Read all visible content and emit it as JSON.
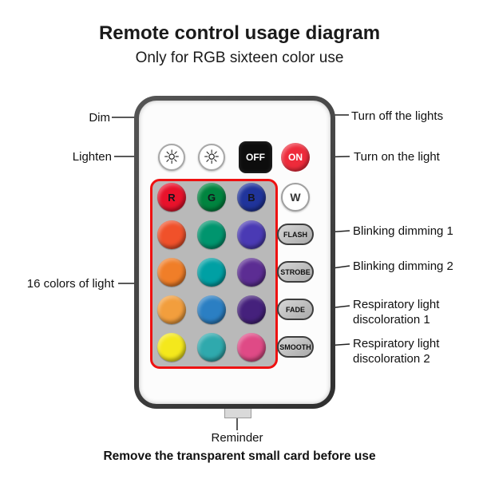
{
  "header": {
    "title": "Remote control usage diagram",
    "subtitle": "Only for RGB sixteen color use"
  },
  "remote": {
    "off_label": "OFF",
    "on_label": "ON",
    "w_label": "W",
    "icons": {
      "dim_sun": "☼",
      "lighten_sun": "☼"
    },
    "function_buttons": [
      "FLASH",
      "STROBE",
      "FADE",
      "SMOOTH"
    ],
    "color_grid": {
      "rows": [
        [
          {
            "label": "R",
            "color": "#e8122b"
          },
          {
            "label": "G",
            "color": "#00843f"
          },
          {
            "label": "B",
            "color": "#20349b"
          }
        ],
        [
          {
            "label": "",
            "color": "#f0512a"
          },
          {
            "label": "",
            "color": "#00956e"
          },
          {
            "label": "",
            "color": "#4a3ab4"
          }
        ],
        [
          {
            "label": "",
            "color": "#f07e28"
          },
          {
            "label": "",
            "color": "#00a0a4"
          },
          {
            "label": "",
            "color": "#5c2d93"
          }
        ],
        [
          {
            "label": "",
            "color": "#f29e3d"
          },
          {
            "label": "",
            "color": "#2b7fc3"
          },
          {
            "label": "",
            "color": "#45217c"
          }
        ],
        [
          {
            "label": "",
            "color": "#f4e81c"
          },
          {
            "label": "",
            "color": "#2fa9ad"
          },
          {
            "label": "",
            "color": "#df4a86"
          }
        ]
      ]
    }
  },
  "annotations": {
    "dim": "Dim",
    "lighten": "Lighten",
    "sixteen_colors": "16 colors of light",
    "turn_off": "Turn off the lights",
    "turn_on": "Turn on the light",
    "blinking_dimming_1": "Blinking dimming 1",
    "blinking_dimming_2": "Blinking dimming 2",
    "respiratory_1": "Respiratory light discoloration 1",
    "respiratory_2": "Respiratory light discoloration 2"
  },
  "footer": {
    "reminder": "Reminder",
    "note": "Remove the transparent small card before use"
  },
  "colors": {
    "highlight_box": "#ee1111",
    "on_button": "#ee2b3b",
    "off_button": "#0d0d0d",
    "grid_panel": "#b9b9b9"
  }
}
